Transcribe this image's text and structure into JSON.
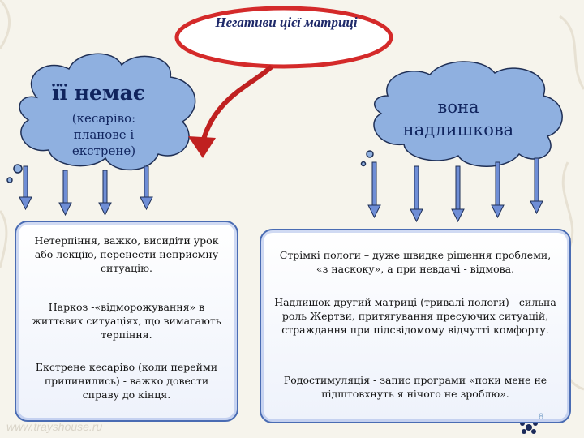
{
  "title": "Негативи цієї матриці",
  "left_cloud": {
    "heading": "її немає",
    "subtext": [
      "(кесаріво:",
      "планове і",
      "екстрене)"
    ]
  },
  "right_cloud": {
    "heading": [
      "вона",
      "надлишкова"
    ]
  },
  "left_panel": {
    "items": [
      "Нетерпіння, важко, висидіти урок або лекцію, перенести неприємну ситуацію.",
      "Наркоз -«відморожування» в життєвих ситуаціях, що вимагають терпіння.",
      "Екстрене кесаріво (коли перейми припинились) - важко довести справу до кінця."
    ]
  },
  "right_panel": {
    "items": [
      "Стрімкі пологи – дуже швидке рішення проблеми, «з наскоку», а при невдачі - відмова.",
      "Надлишок другий матриці (тривалі пологи) - сильна роль Жертви, притягування пресуючих ситуацій, страждання при підсвідомому відчутті комфорту.",
      "Родостимуляція - запис програми «поки мене не підштовхнуть я нічого не зроблю»."
    ]
  },
  "page_number": "8",
  "watermark": "www.trayshouse.ru",
  "colors": {
    "cloud_fill": "#8fb0e0",
    "arrow": "#6f8ed6",
    "oval_border": "#d42a2a",
    "curve_arrow": "#c02020",
    "panel_border": "#4a6cb3",
    "text": "#10245e"
  }
}
